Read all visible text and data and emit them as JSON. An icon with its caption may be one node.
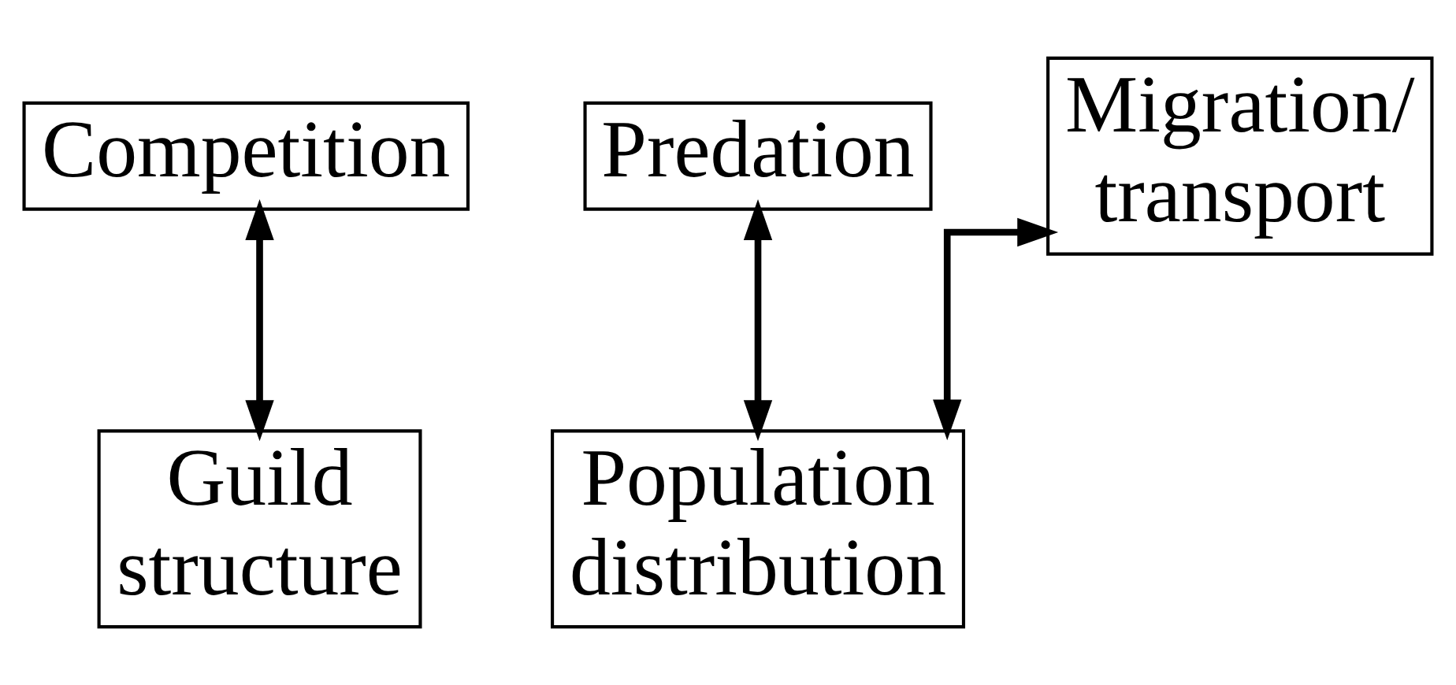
{
  "diagram": {
    "nodes": [
      {
        "text": [
          "Guild structure"
        ]
      },
      {
        "text": [
          "Population distribution"
        ]
      },
      {
        "text": [
          "Competition"
        ]
      },
      {
        "text": [
          "Predation"
        ]
      },
      {
        "text": [
          "Migration/ transport"
        ]
      }
    ],
    "edges": [
      {
        "from": 2,
        "to": 0,
        "arrow": "both"
      },
      {
        "from": 3,
        "to": 1,
        "arrow": "both"
      },
      {
        "from": 4,
        "to": 1,
        "arrow": "both"
      }
    ]
  }
}
